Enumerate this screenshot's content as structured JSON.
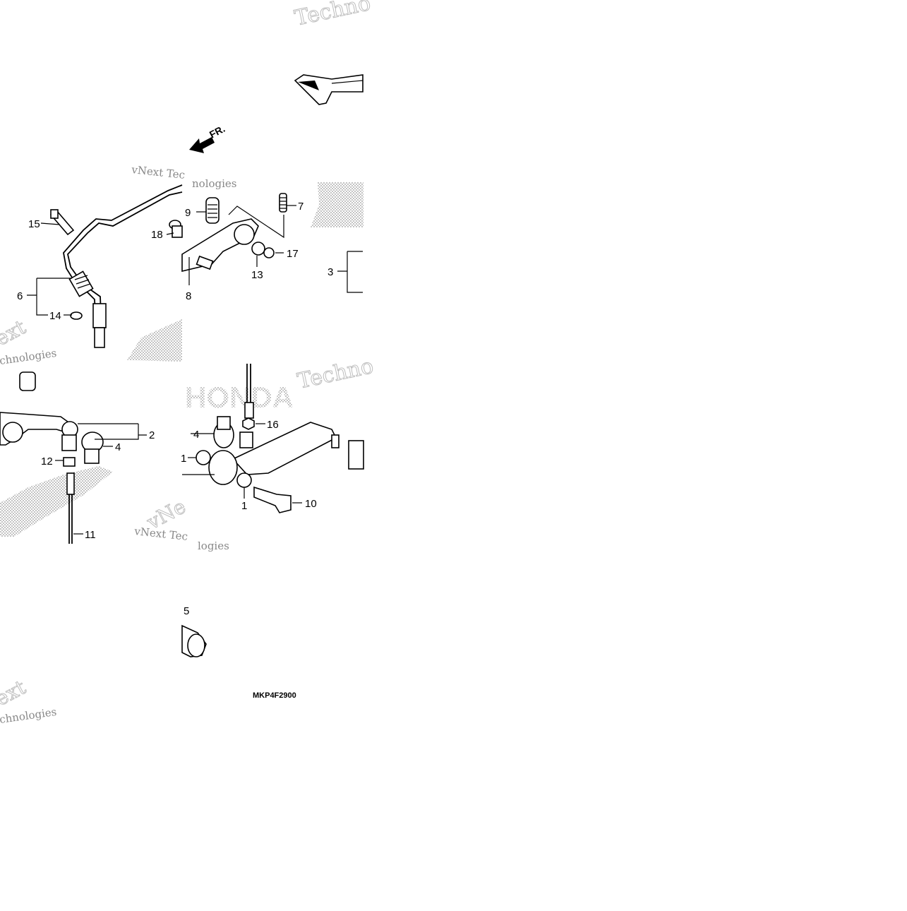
{
  "diagram": {
    "code": "MKP4F2900",
    "direction_label": "FR.",
    "callouts": [
      {
        "id": "c1a",
        "label": "1"
      },
      {
        "id": "c1b",
        "label": "1"
      },
      {
        "id": "c2",
        "label": "2"
      },
      {
        "id": "c3",
        "label": "3"
      },
      {
        "id": "c4a",
        "label": "4"
      },
      {
        "id": "c4b",
        "label": "4"
      },
      {
        "id": "c5",
        "label": "5"
      },
      {
        "id": "c6",
        "label": "6"
      },
      {
        "id": "c7",
        "label": "7"
      },
      {
        "id": "c8",
        "label": "8"
      },
      {
        "id": "c9",
        "label": "9"
      },
      {
        "id": "c10",
        "label": "10"
      },
      {
        "id": "c11",
        "label": "11"
      },
      {
        "id": "c12",
        "label": "12"
      },
      {
        "id": "c13",
        "label": "13"
      },
      {
        "id": "c14",
        "label": "14"
      },
      {
        "id": "c15",
        "label": "15"
      },
      {
        "id": "c16",
        "label": "16"
      },
      {
        "id": "c17",
        "label": "17"
      },
      {
        "id": "c18",
        "label": "18"
      }
    ],
    "watermarks": {
      "techno": "Techno",
      "vnext_tec": "vNext Tec",
      "vnext_tech": "vNext Tec",
      "nologies": "nologies",
      "ext": "ext",
      "chnologies": "chnologies",
      "vne": "vNe",
      "hnologies": "hnologies",
      "logies": "logies"
    },
    "logo_text": "HONDA"
  }
}
